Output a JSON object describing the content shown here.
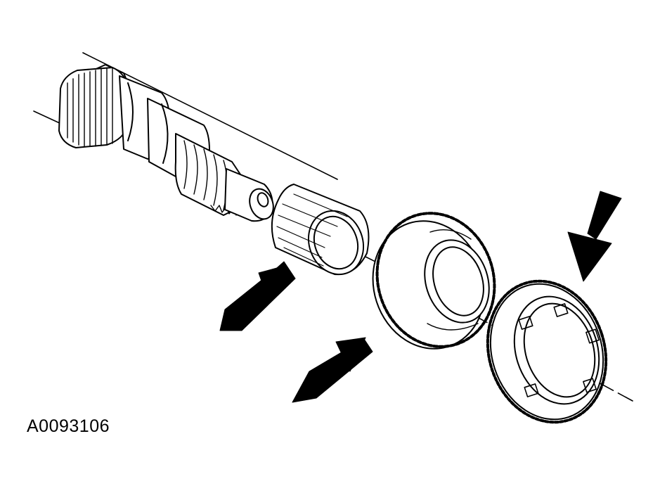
{
  "figure": {
    "id_label": "A0093106",
    "line_color": "#000000",
    "background": "#ffffff"
  },
  "parts": [
    {
      "name": "output-shaft",
      "description_visible": false
    },
    {
      "name": "needle-bearing",
      "callout": true
    },
    {
      "name": "gear",
      "callout": true
    },
    {
      "name": "synchronizer-ring",
      "callout": true
    }
  ],
  "icons": [
    "arrow-icon",
    "arrow-icon",
    "arrow-icon"
  ]
}
